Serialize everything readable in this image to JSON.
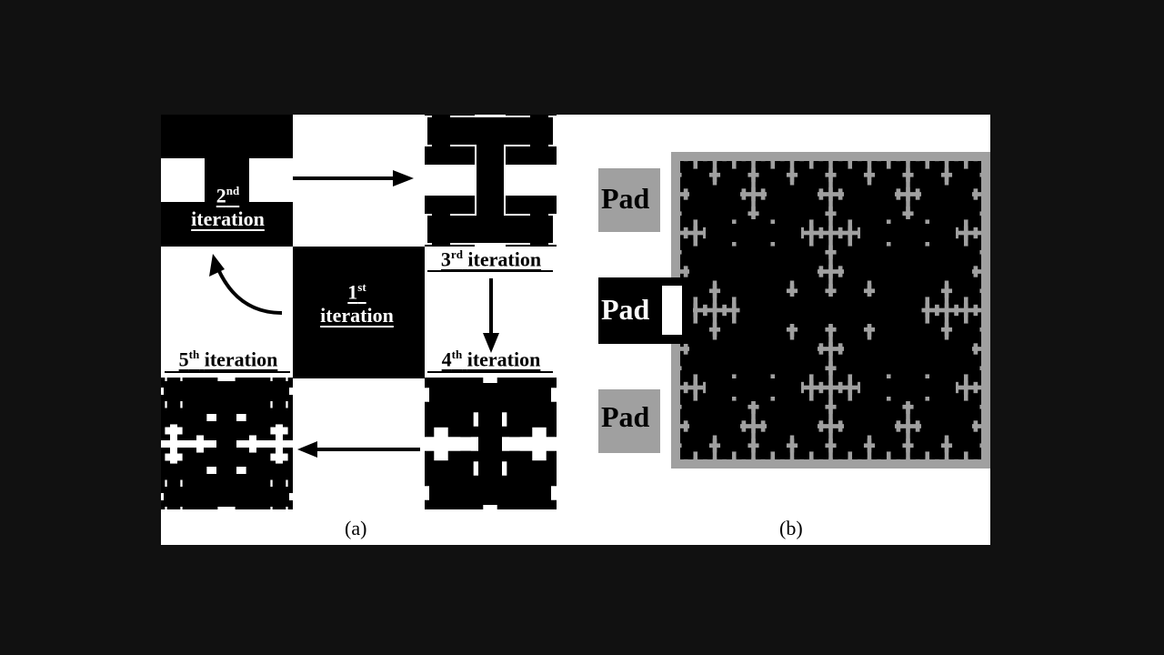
{
  "panel_a": {
    "iterations": [
      {
        "num": "1",
        "suffix": "st",
        "word": "iteration"
      },
      {
        "num": "2",
        "suffix": "nd",
        "word": "iteration"
      },
      {
        "num": "3",
        "suffix": "rd",
        "word": "iteration"
      },
      {
        "num": "4",
        "suffix": "th",
        "word": "iteration"
      },
      {
        "num": "5",
        "suffix": "th",
        "word": "iteration"
      }
    ],
    "caption": "(a)"
  },
  "panel_b": {
    "pads": [
      "Pad",
      "Pad",
      "Pad"
    ],
    "caption": "(b)"
  },
  "colors": {
    "background": "#111111",
    "figure": "#ffffff",
    "fractal": "#000000",
    "substrate": "#a0a0a0"
  }
}
